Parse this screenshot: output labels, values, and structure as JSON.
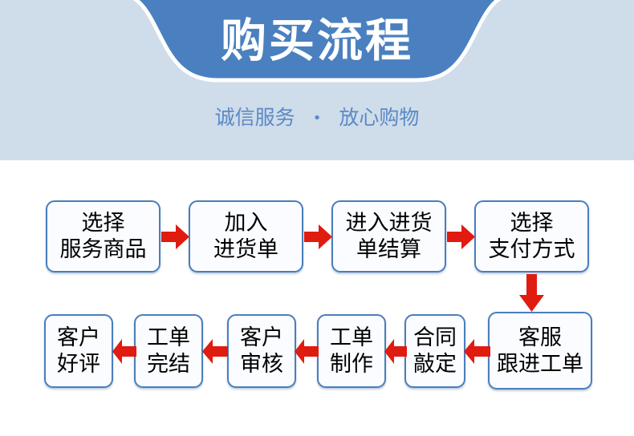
{
  "banner": {
    "title": "购买流程",
    "subtitle_left": "诚信服务",
    "subtitle_separator": "•",
    "subtitle_right": "放心购物",
    "bg_color": "#cfdcea",
    "shape_color": "#4a80bf",
    "title_color": "#ffffff",
    "subtitle_color": "#5b8ac4"
  },
  "flow": {
    "node_fill": "#fafcff",
    "node_border": "#4a7ebb",
    "node_text_color": "#000000",
    "arrow_color": "#e01b10",
    "row1": [
      {
        "line1": "选择",
        "line2": "服务商品"
      },
      {
        "line1": "加入",
        "line2": "进货单"
      },
      {
        "line1": "进入进货",
        "line2": "单结算"
      },
      {
        "line1": "选择",
        "line2": "支付方式"
      }
    ],
    "row2": [
      {
        "line1": "客户",
        "line2": "好评"
      },
      {
        "line1": "工单",
        "line2": "完结"
      },
      {
        "line1": "客户",
        "line2": "审核"
      },
      {
        "line1": "工单",
        "line2": "制作"
      },
      {
        "line1": "合同",
        "line2": "敲定"
      },
      {
        "line1": "客服",
        "line2": "跟进工单"
      }
    ],
    "arrows": {
      "row1_direction": "right",
      "row2_direction": "left",
      "connector_direction": "down"
    }
  }
}
